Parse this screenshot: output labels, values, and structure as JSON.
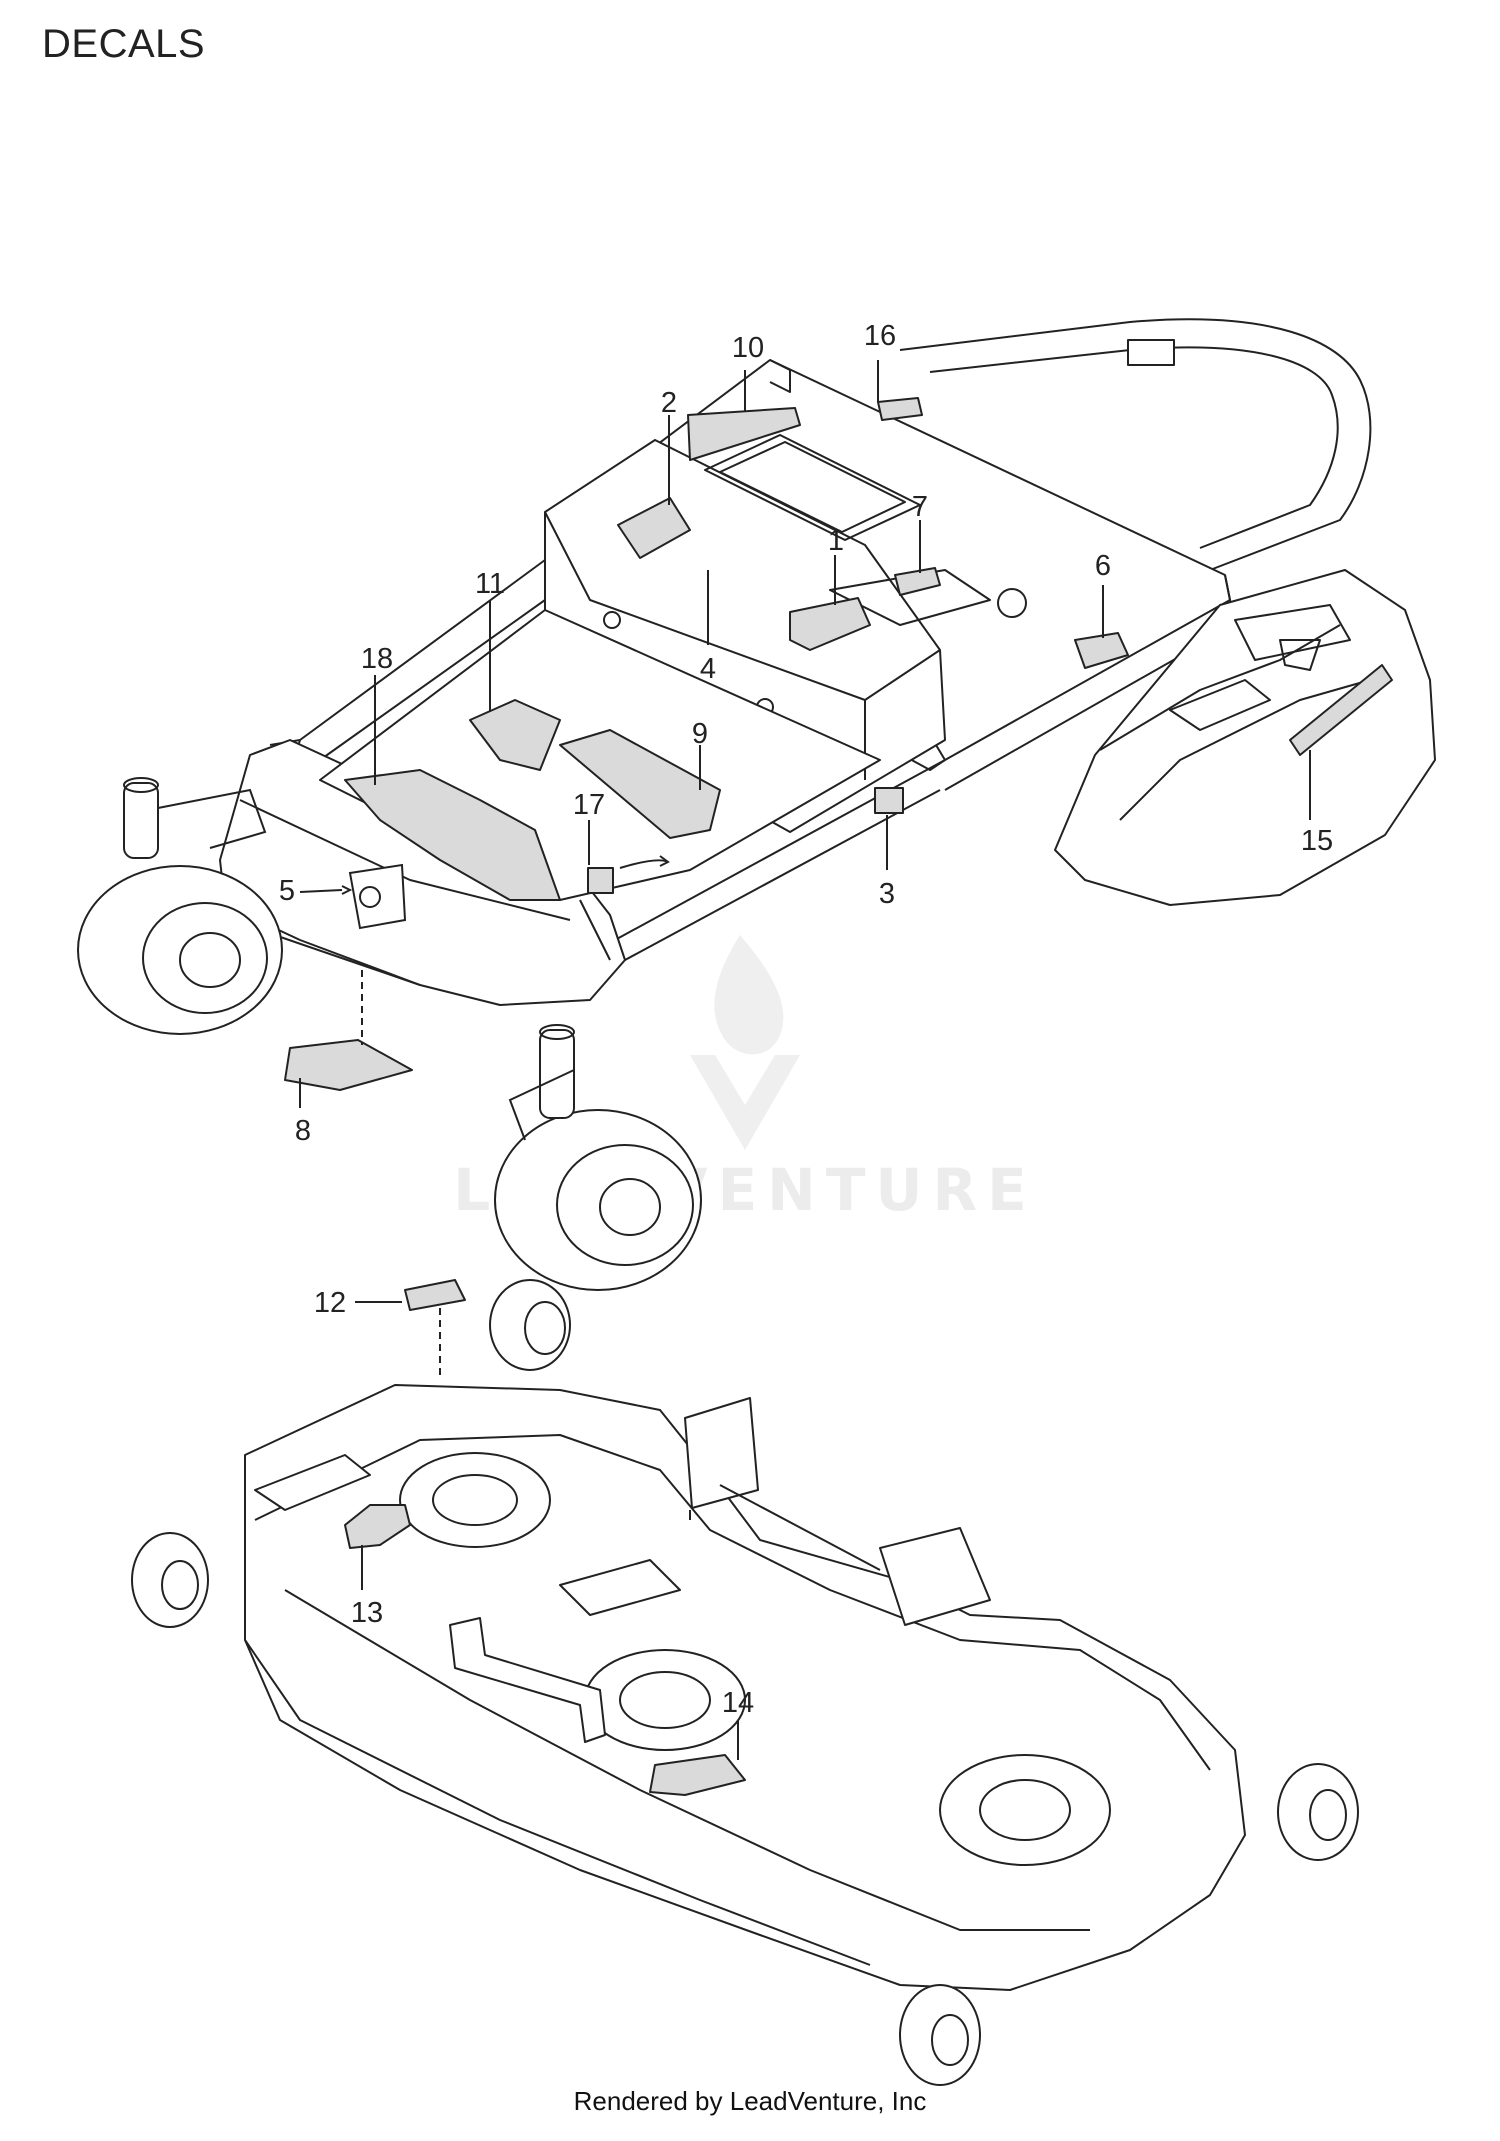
{
  "title": "DECALS",
  "footer": "Rendered by LeadVenture, Inc",
  "watermark": "LEADVENTURE",
  "colors": {
    "line": "#222222",
    "decal": "#dadada",
    "watermark": "#ececec"
  },
  "callouts": {
    "c1": "1",
    "c2": "2",
    "c3": "3",
    "c4": "4",
    "c5": "5",
    "c6": "6",
    "c7": "7",
    "c8": "8",
    "c9": "9",
    "c10": "10",
    "c11": "11",
    "c12": "12",
    "c13": "13",
    "c14": "14",
    "c15": "15",
    "c16": "16",
    "c17": "17",
    "c18": "18"
  }
}
